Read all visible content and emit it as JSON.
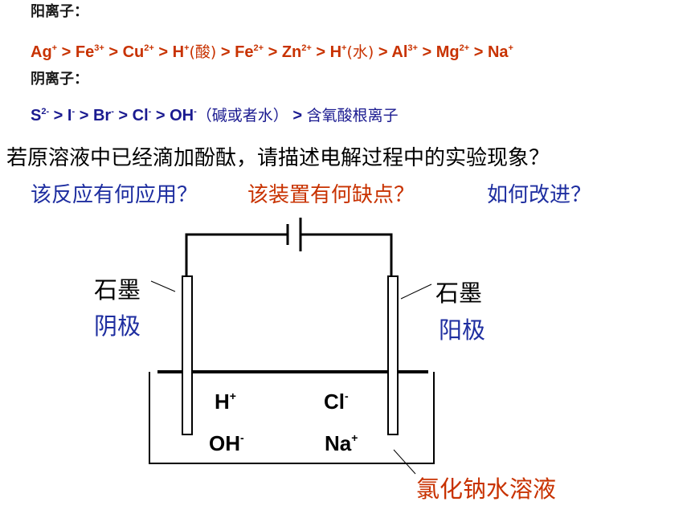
{
  "cation_section": {
    "heading": "阳离子：",
    "ions": [
      {
        "sym": "Ag",
        "charge": "+",
        "note": ""
      },
      {
        "sym": "Fe",
        "charge": "3+",
        "note": ""
      },
      {
        "sym": "Cu",
        "charge": "2+",
        "note": ""
      },
      {
        "sym": "H",
        "charge": "+",
        "note": "(酸)"
      },
      {
        "sym": "Fe",
        "charge": "2+",
        "note": ""
      },
      {
        "sym": "Zn",
        "charge": "2+",
        "note": ""
      },
      {
        "sym": "H",
        "charge": "+",
        "note": "(水)"
      },
      {
        "sym": "Al",
        "charge": "3+",
        "note": ""
      },
      {
        "sym": "Mg",
        "charge": "2+",
        "note": ""
      },
      {
        "sym": "Na",
        "charge": "+",
        "note": ""
      }
    ]
  },
  "anion_section": {
    "heading": "阴离子：",
    "ions": [
      {
        "sym": "S",
        "charge": "2-",
        "note": ""
      },
      {
        "sym": "I",
        "charge": "-",
        "note": ""
      },
      {
        "sym": "Br",
        "charge": "-",
        "note": ""
      },
      {
        "sym": "Cl",
        "charge": "-",
        "note": ""
      },
      {
        "sym": "OH",
        "charge": "-",
        "note": "（碱或者水）"
      }
    ],
    "tail": "含氧酸根离子"
  },
  "questions": {
    "line1": "若原溶液中已经滴加酚酞，请描述电解过程中的实验现象？",
    "line2a": "该反应有何应用？",
    "line2b": "该装置有何缺点？",
    "line2c": "如何改进？"
  },
  "diagram": {
    "left_electrode_material": "石墨",
    "left_electrode_role": "阴极",
    "right_electrode_material": "石墨",
    "right_electrode_role": "阳极",
    "ion_h": {
      "sym": "H",
      "charge": "+"
    },
    "ion_cl": {
      "sym": "Cl",
      "charge": "-"
    },
    "ion_oh": {
      "sym": "OH",
      "charge": "-"
    },
    "ion_na": {
      "sym": "Na",
      "charge": "+"
    },
    "solution_label": "氯化钠水溶液",
    "colors": {
      "cathode_role": "#1e2ea0",
      "anode_role": "#1e2ea0",
      "solution": "#c83200"
    }
  }
}
